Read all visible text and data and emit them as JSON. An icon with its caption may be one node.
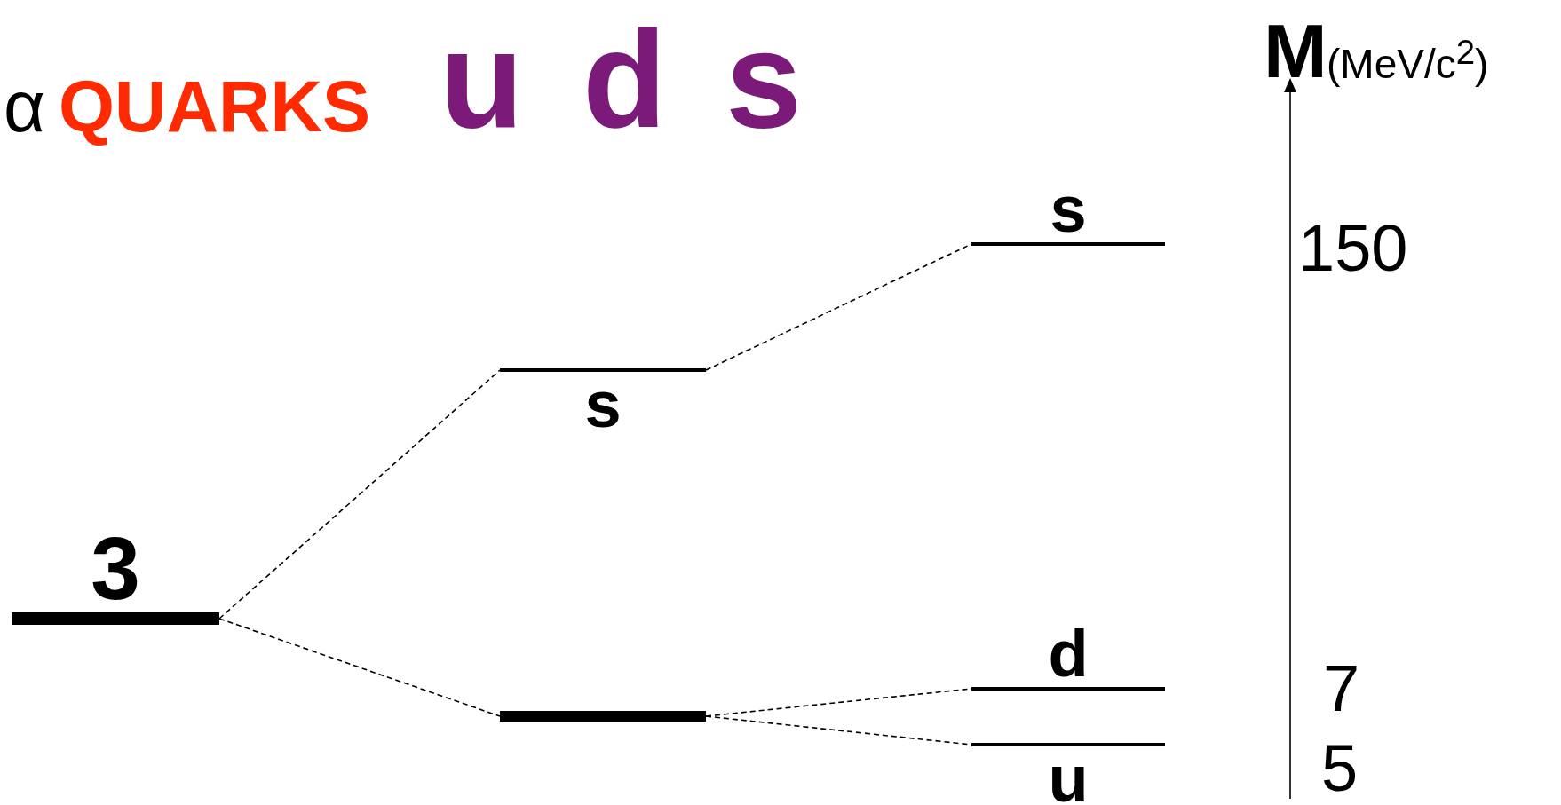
{
  "diagram": {
    "title": "QUARKS",
    "nodes": [
      {
        "text": [
          "3"
        ]
      },
      {
        "text": [
          "s"
        ]
      },
      {
        "text": [],
        "shape": "bar"
      },
      {
        "text": [
          "s"
        ]
      },
      {
        "text": [
          "d"
        ]
      },
      {
        "text": [
          "u"
        ]
      }
    ],
    "edges": [
      {
        "from": 0,
        "to": 1,
        "arrow": "none",
        "style": "dashed"
      },
      {
        "from": 0,
        "to": 2,
        "arrow": "none",
        "style": "dashed"
      },
      {
        "from": 1,
        "to": 3,
        "arrow": "none",
        "style": "dashed"
      },
      {
        "from": 2,
        "to": 4,
        "arrow": "none",
        "style": "dashed"
      },
      {
        "from": 2,
        "to": 5,
        "arrow": "none",
        "style": "dashed"
      }
    ],
    "labels": [
      "α",
      "u d s",
      "M",
      "(MeV/c$^{2}$)",
      "150",
      "7",
      "5"
    ]
  }
}
